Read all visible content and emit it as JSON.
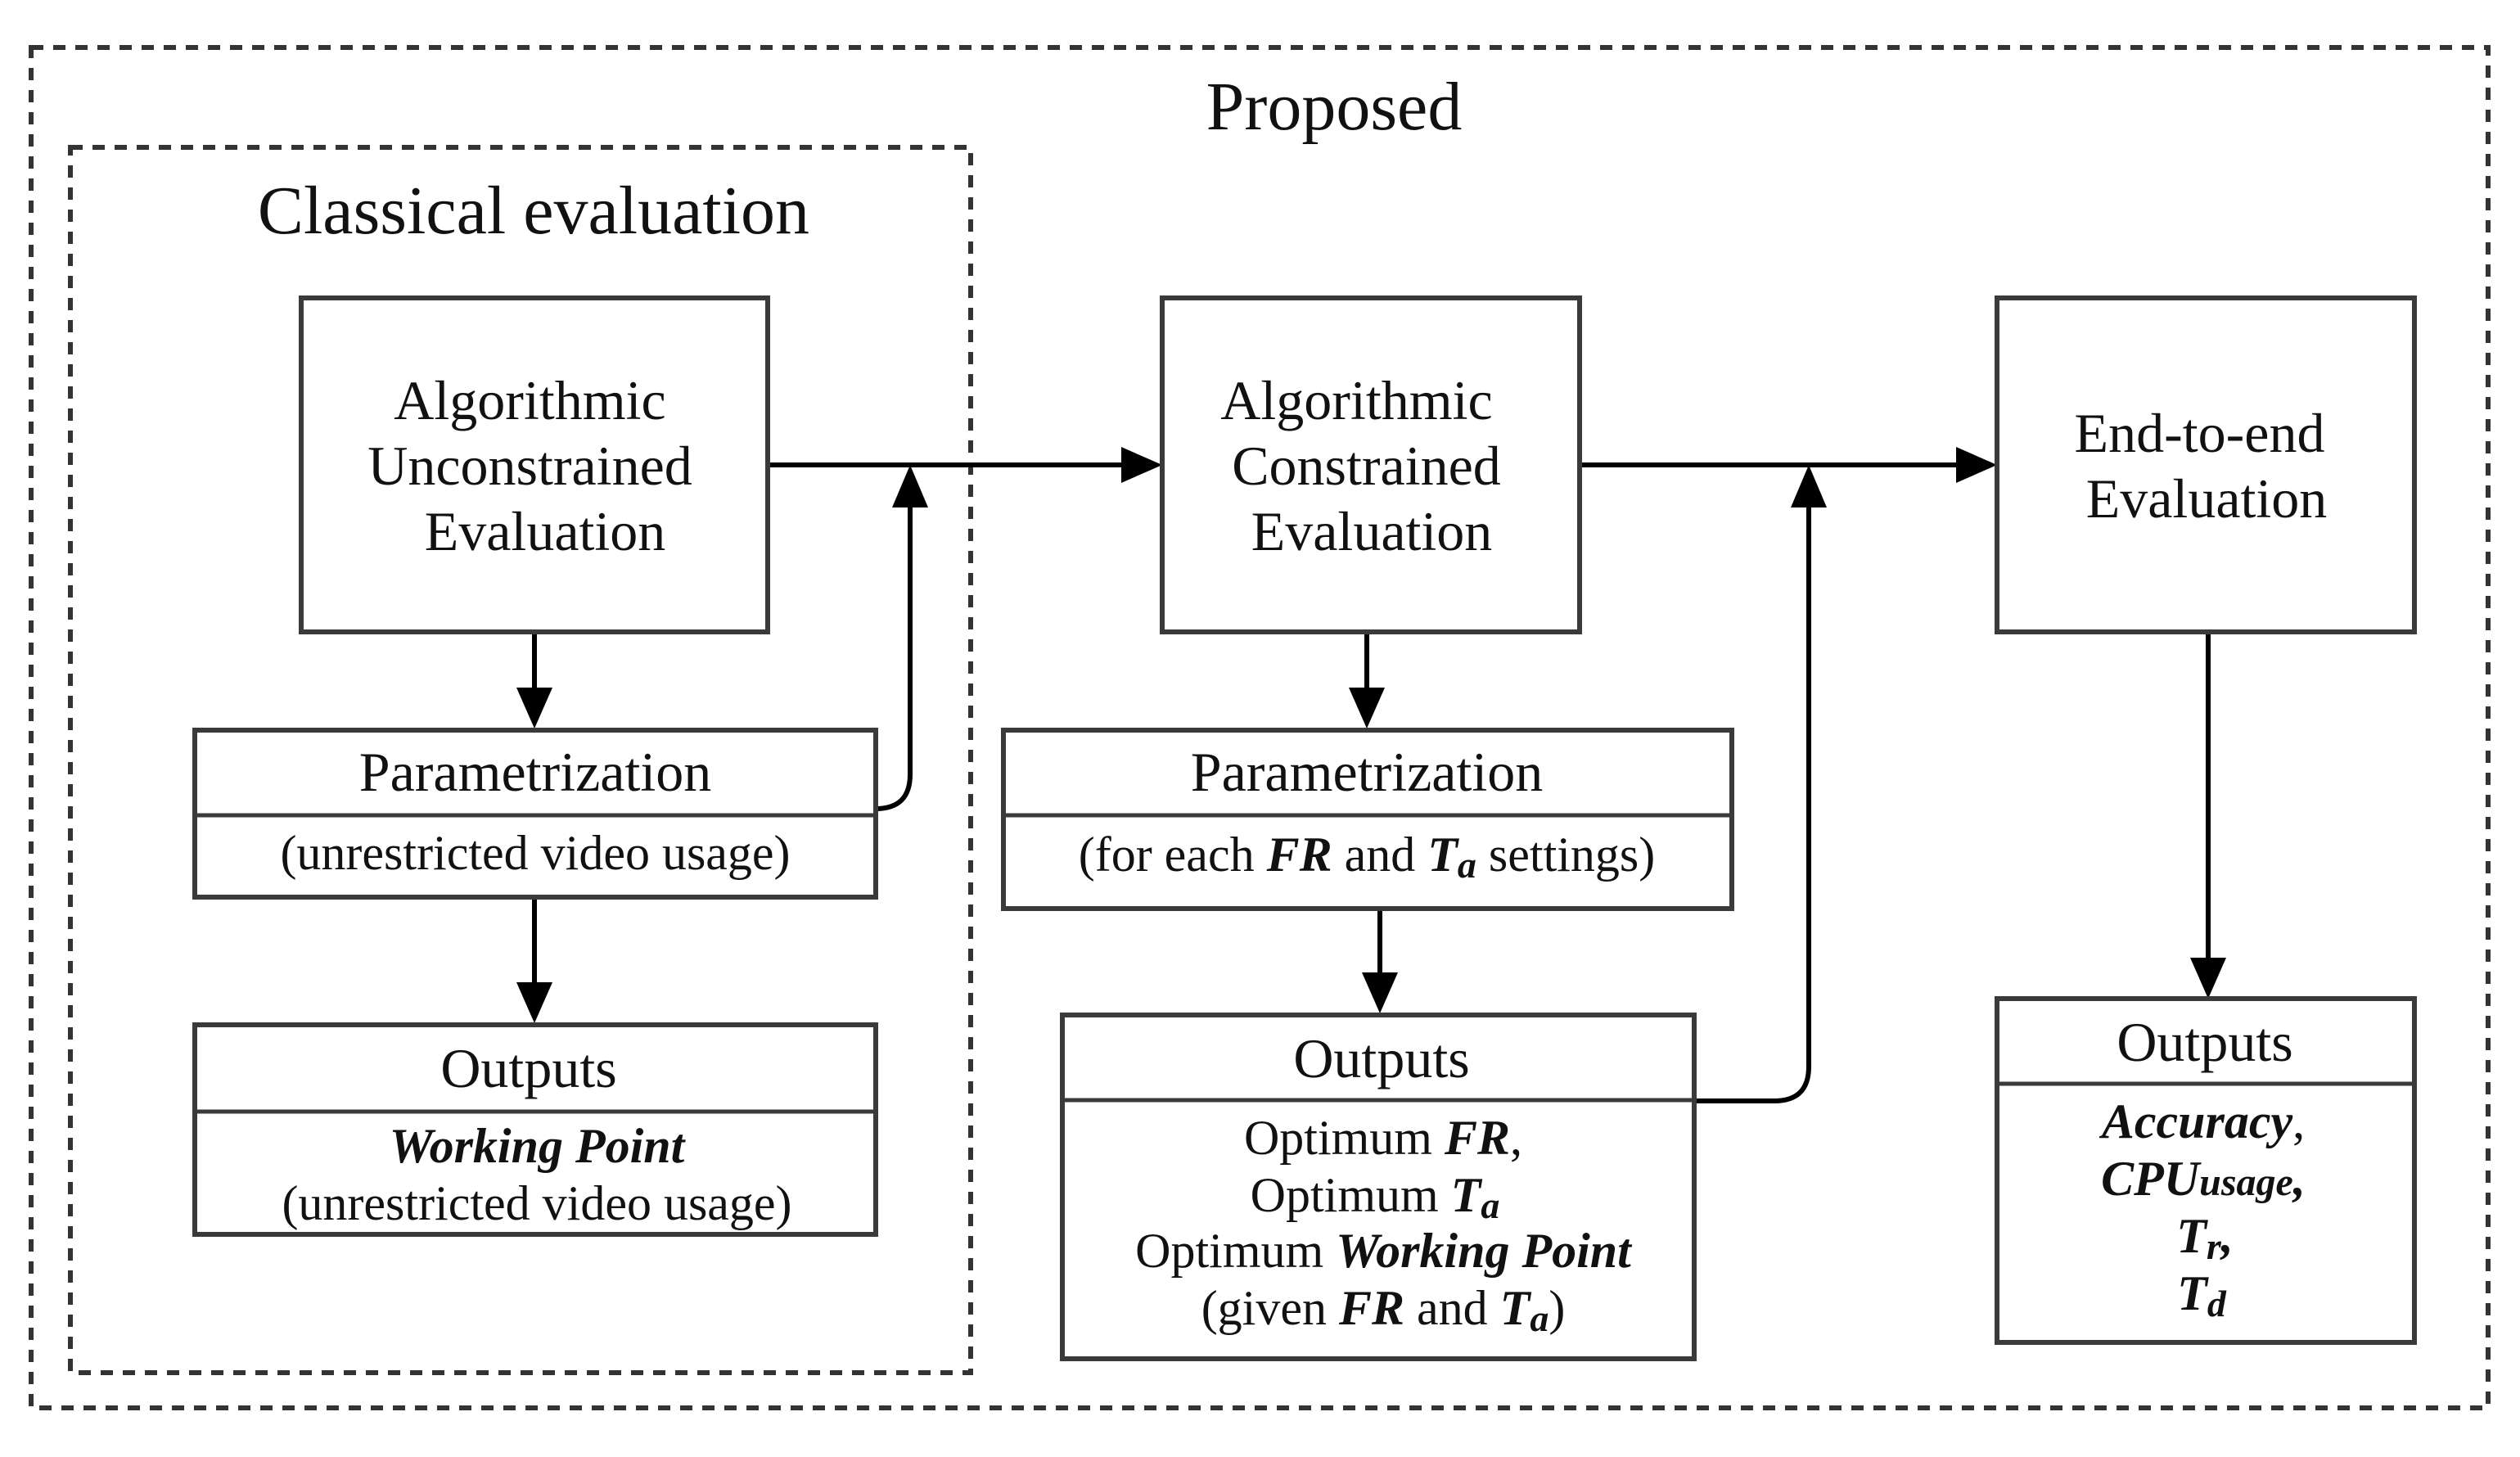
{
  "groups": {
    "proposed": "Proposed",
    "classical": "Classical evaluation"
  },
  "stage1": {
    "title_lines": [
      "Algorithmic",
      "Unconstrained",
      "Evaluation"
    ],
    "param_header": "Parametrization",
    "param_body": "(unrestricted video usage)",
    "outputs_header": "Outputs",
    "outputs_line1": "Working Point",
    "outputs_line2": "(unrestricted video usage)"
  },
  "stage2": {
    "title_lines": [
      "Algorithmic",
      "Constrained",
      "Evaluation"
    ],
    "param_header": "Parametrization",
    "param_body": {
      "pre": "(for each ",
      "fr": "FR",
      "and": " and ",
      "t": "T",
      "t_sub": "a",
      "post": " settings)"
    },
    "outputs_header": "Outputs",
    "outputs": {
      "optimum": "Optimum ",
      "fr": "FR",
      "comma": ",",
      "t": "T",
      "t_sub": "a",
      "working_point": "Working Point",
      "given_pre": "(given ",
      "and": " and ",
      "given_post": ")"
    }
  },
  "stage3": {
    "title_lines": [
      "End-to-end",
      "Evaluation"
    ],
    "outputs_header": "Outputs",
    "outputs": {
      "accuracy": "Accuracy",
      "comma": ",",
      "cpu": "CPU",
      "usage": "usage",
      "t": "T",
      "sub_r": "r",
      "sub_d": "d"
    }
  }
}
